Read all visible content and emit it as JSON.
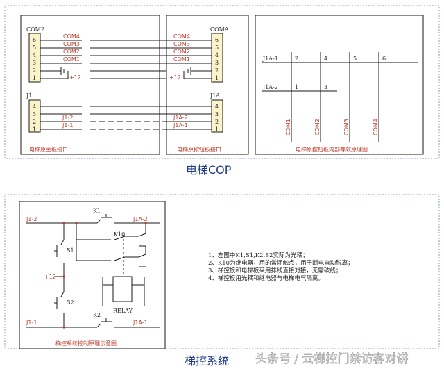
{
  "cop": {
    "heading": "电梯COP",
    "main_board": {
      "caption": "电梯原主板接口",
      "com_connector": "COM2",
      "com_pins": [
        "6",
        "5",
        "4",
        "3",
        "2",
        "1"
      ],
      "com_signals": [
        "COM4",
        "COM3",
        "COM2",
        "COM1"
      ],
      "plus12": "+12",
      "j_connector": "J1",
      "j_pins": [
        "4",
        "3",
        "2",
        "1"
      ],
      "j_signals": [
        "J1-2",
        "J1-1"
      ]
    },
    "button_board": {
      "caption": "电梯原按钮板接口",
      "com_connector": "COMA",
      "com_pins": [
        "6",
        "5",
        "4",
        "3",
        "2",
        "1"
      ],
      "com_signals": [
        "COM4",
        "COM3",
        "COM2",
        "COM1"
      ],
      "plus12": "+12",
      "j_connector": "J1A",
      "j_pins": [
        "4",
        "3",
        "2",
        "1"
      ],
      "j_signals": [
        "J1A-2",
        "J1A-1"
      ]
    },
    "equivalent": {
      "caption": "电梯原按钮板内部等效原理图",
      "row1_label": "J1A-1",
      "row2_label": "J1A-2",
      "row1_nums": [
        "2",
        "4",
        "5",
        "6"
      ],
      "row2_nums": [
        "1",
        "3"
      ],
      "columns": [
        "COM1",
        "COM2",
        "COM3",
        "COM4"
      ]
    }
  },
  "control": {
    "heading": "梯控系统",
    "diagram": {
      "caption": "梯控系统控制原理示意图",
      "top_left": "J1-2",
      "top_right": "J1A-2",
      "bottom_left": "J1-1",
      "bottom_right": "J1A-1",
      "k1": "K1",
      "k2": "K2",
      "k10": "K10",
      "s1": "S1",
      "s2": "S2",
      "plus12": "+12",
      "relay": "RELAY"
    },
    "notes": [
      "1、左图中K1,S1,K2,S2实际为光耦；",
      "2、K10为继电器，用的常闭触点，用于断电自动脱离；",
      "3、梯控板和电梯板采用排线直接对接，无需破线；",
      "4、梯控板用光耦和继电器与电梯电气隔离。"
    ]
  },
  "watermark": "头条号 / 云梯控门禁访客对讲",
  "colors": {
    "wire": "#1a1a1a",
    "label_red": "#c0392b",
    "frame_blue": "#1f3a8a",
    "dashed_frame": "#8a9bc7",
    "connector_fill": "#fbf3c9"
  }
}
